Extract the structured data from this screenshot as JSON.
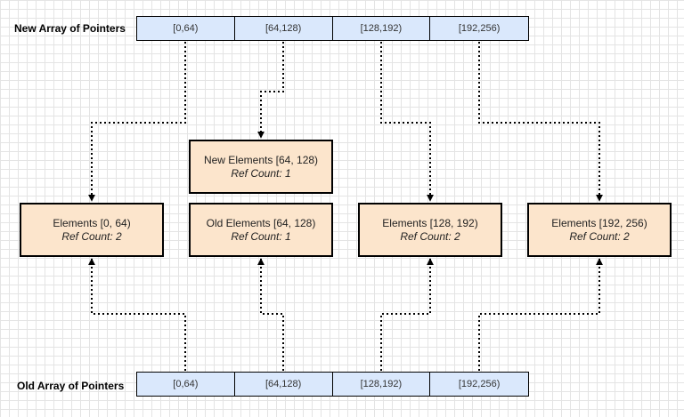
{
  "new_array": {
    "label": "New Array of Pointers",
    "cells": [
      "[0,64)",
      "[64,128)",
      "[128,192)",
      "[192,256)"
    ]
  },
  "old_array": {
    "label": "Old Array of Pointers",
    "cells": [
      "[0,64)",
      "[64,128)",
      "[128,192)",
      "[192,256)"
    ]
  },
  "boxes": {
    "new_elements_64_128": {
      "title": "New Elements [64, 128)",
      "ref": "Ref Count: 1"
    },
    "elements_0_64": {
      "title": "Elements [0, 64)",
      "ref": "Ref Count: 2"
    },
    "old_elements_64_128": {
      "title": "Old Elements [64, 128)",
      "ref": "Ref Count: 1"
    },
    "elements_128_192": {
      "title": "Elements [128, 192)",
      "ref": "Ref Count: 2"
    },
    "elements_192_256": {
      "title": "Elements [192, 256)",
      "ref": "Ref Count: 2"
    }
  },
  "colors": {
    "array_fill": "#dae8fc",
    "box_fill": "#fce5cc",
    "line": "#000000",
    "grid": "#e4e4e4"
  }
}
